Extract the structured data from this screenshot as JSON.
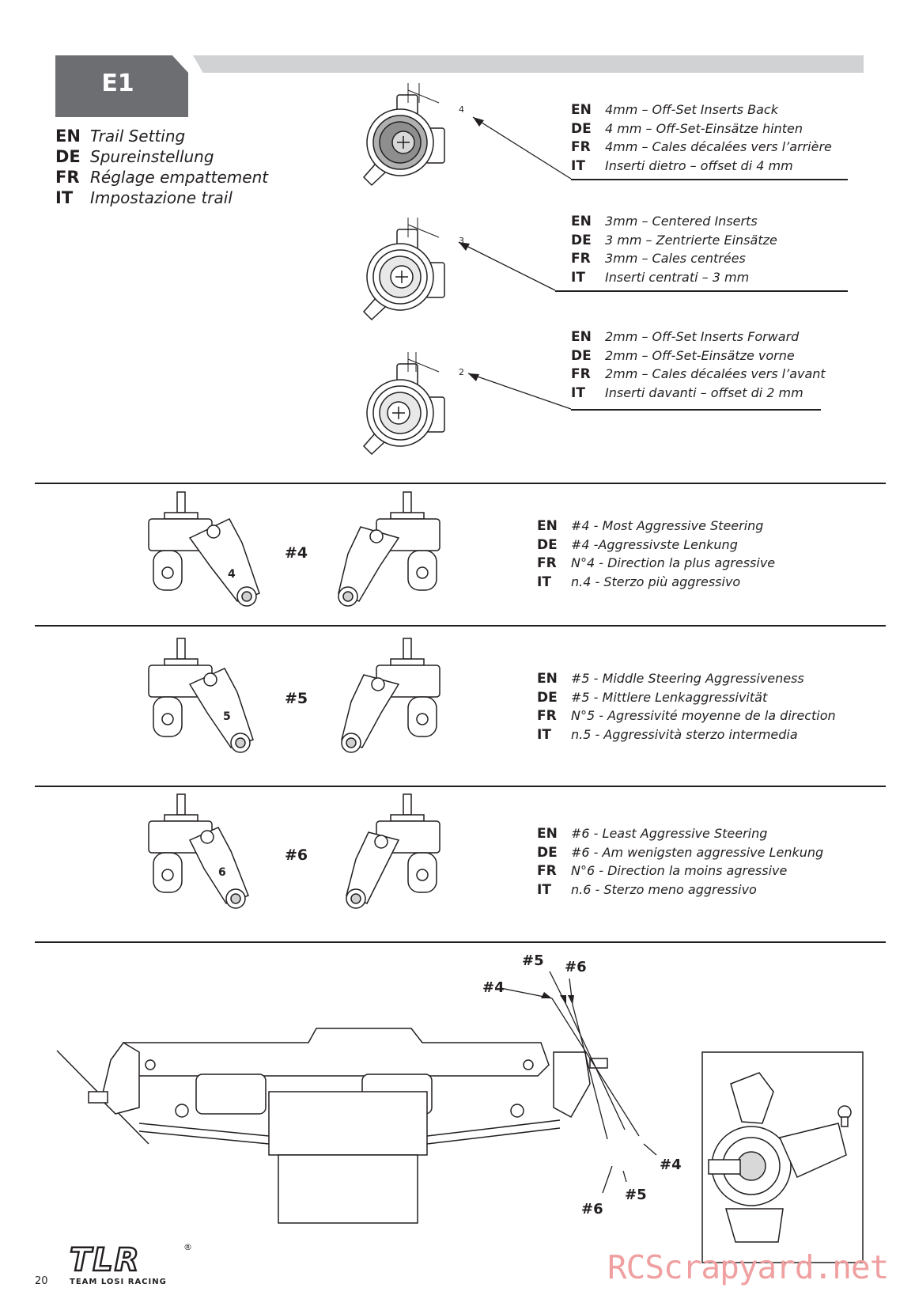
{
  "step": {
    "label": "E1"
  },
  "title": [
    {
      "code": "EN",
      "text": "Trail Setting"
    },
    {
      "code": "DE",
      "text": "Spureinstellung"
    },
    {
      "code": "FR",
      "text": "Réglage empattement"
    },
    {
      "code": "IT",
      "text": "Impostazione trail"
    }
  ],
  "trail_options": [
    {
      "dim": "4",
      "lines": [
        {
          "code": "EN",
          "text": "4mm – Off-Set Inserts Back"
        },
        {
          "code": "DE",
          "text": "4 mm – Off-Set-Einsätze hinten"
        },
        {
          "code": "FR",
          "text": "4mm – Cales décalées vers l’arrière"
        },
        {
          "code": "IT",
          "text": "Inserti dietro – offset di 4 mm"
        }
      ]
    },
    {
      "dim": "3",
      "lines": [
        {
          "code": "EN",
          "text": "3mm – Centered Inserts"
        },
        {
          "code": "DE",
          "text": "3 mm – Zentrierte Einsätze"
        },
        {
          "code": "FR",
          "text": "3mm – Cales centrées"
        },
        {
          "code": "IT",
          "text": "Inserti centrati – 3 mm"
        }
      ]
    },
    {
      "dim": "2",
      "lines": [
        {
          "code": "EN",
          "text": "2mm – Off-Set Inserts Forward"
        },
        {
          "code": "DE",
          "text": "2mm – Off-Set-Einsätze vorne"
        },
        {
          "code": "FR",
          "text": "2mm – Cales décalées vers l’avant"
        },
        {
          "code": "IT",
          "text": "Inserti davanti – offset di 2 mm"
        }
      ]
    }
  ],
  "steering_options": [
    {
      "position": "#4",
      "arm_mark": "4",
      "lines": [
        {
          "code": "EN",
          "text": "#4 - Most Aggressive Steering"
        },
        {
          "code": "DE",
          "text": "#4 -Aggressivste Lenkung"
        },
        {
          "code": "FR",
          "text": "N°4 - Direction la plus agressive"
        },
        {
          "code": "IT",
          "text": "n.4 - Sterzo più aggressivo"
        }
      ]
    },
    {
      "position": "#5",
      "arm_mark": "5",
      "lines": [
        {
          "code": "EN",
          "text": "#5 - Middle Steering Aggressiveness"
        },
        {
          "code": "DE",
          "text": "#5 - Mittlere Lenkaggressivität"
        },
        {
          "code": "FR",
          "text": "N°5 - Agressivité moyenne de la direction"
        },
        {
          "code": "IT",
          "text": "n.5 - Aggressività sterzo intermedia"
        }
      ]
    },
    {
      "position": "#6",
      "arm_mark": "6",
      "lines": [
        {
          "code": "EN",
          "text": "#6 - Least Aggressive Steering"
        },
        {
          "code": "DE",
          "text": "#6 - Am wenigsten aggressive Lenkung"
        },
        {
          "code": "FR",
          "text": "N°6 - Direction la moins agressive"
        },
        {
          "code": "IT",
          "text": "n.6 - Sterzo meno aggressivo"
        }
      ]
    }
  ],
  "assembly_callouts": {
    "top": [
      "#4",
      "#5",
      "#6"
    ],
    "bottom": [
      "#6",
      "#5",
      "#4"
    ]
  },
  "footer": {
    "page_number": "20",
    "logo_main": "TLR",
    "logo_registered": "®",
    "logo_sub": "TEAM LOSI RACING",
    "watermark": "RCScrapyard.net"
  }
}
